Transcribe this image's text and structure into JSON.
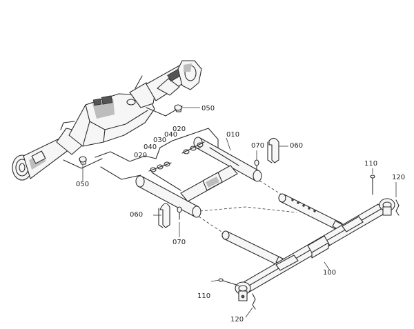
{
  "callouts": [
    {
      "id": "c050a",
      "label": "050"
    },
    {
      "id": "c050b",
      "label": "050"
    },
    {
      "id": "c010",
      "label": "010"
    },
    {
      "id": "c020a",
      "label": "020"
    },
    {
      "id": "c020b",
      "label": "020"
    },
    {
      "id": "c030",
      "label": "030"
    },
    {
      "id": "c040a",
      "label": "040"
    },
    {
      "id": "c040b",
      "label": "040"
    },
    {
      "id": "c070a",
      "label": "070"
    },
    {
      "id": "c070b",
      "label": "070"
    },
    {
      "id": "c060a",
      "label": "060"
    },
    {
      "id": "c060b",
      "label": "060"
    },
    {
      "id": "c100",
      "label": "100"
    },
    {
      "id": "c110a",
      "label": "110"
    },
    {
      "id": "c110b",
      "label": "110"
    },
    {
      "id": "c120a",
      "label": "120"
    },
    {
      "id": "c120b",
      "label": "120"
    }
  ]
}
